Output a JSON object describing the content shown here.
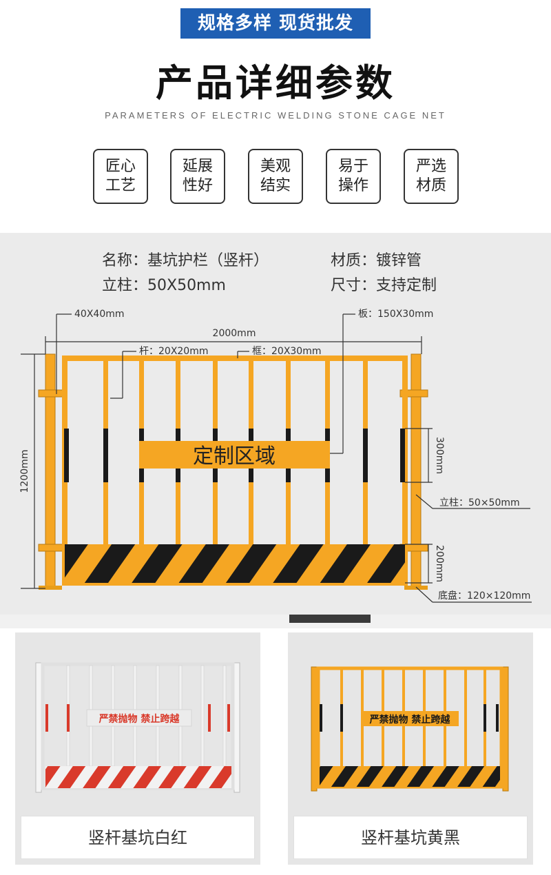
{
  "header": {
    "banner": "规格多样 现货批发",
    "title": "产品详细参数",
    "subtitle": "PARAMETERS OF ELECTRIC WELDING STONE CAGE NET"
  },
  "features": [
    {
      "line1": "匠心",
      "line2": "工艺"
    },
    {
      "line1": "延展",
      "line2": "性好"
    },
    {
      "line1": "美观",
      "line2": "结实"
    },
    {
      "line1": "易于",
      "line2": "操作"
    },
    {
      "line1": "严选",
      "line2": "材质"
    }
  ],
  "specs": {
    "name": "名称：基坑护栏（竖杆）",
    "material": "材质：镀锌管",
    "post": "立柱：50X50mm",
    "size": "尺寸：支持定制"
  },
  "diagram": {
    "dim_bracket": "40X40mm",
    "dim_plate": "板：150X30mm",
    "dim_width": "2000mm",
    "dim_rod": "杆：20X20mm",
    "dim_frame": "框：20X30mm",
    "dim_height": "1200mm",
    "dim_band": "300mm",
    "dim_bottom": "200mm",
    "dim_post": "立柱：50×50mm",
    "dim_base": "底盘：120×120mm",
    "custom_area": "定制区域"
  },
  "products": [
    {
      "sign": "严禁抛物 禁止跨越",
      "label": "竖杆基坑白红"
    },
    {
      "sign": "严禁抛物 禁止跨越",
      "label": "竖杆基坑黄黑"
    }
  ],
  "colors": {
    "banner": "#1f5fb3",
    "fence_yellow": "#f5a623",
    "stripe_black": "#1a1a1a",
    "fence_white": "#f2f2f2",
    "stripe_red": "#d93a2b"
  }
}
